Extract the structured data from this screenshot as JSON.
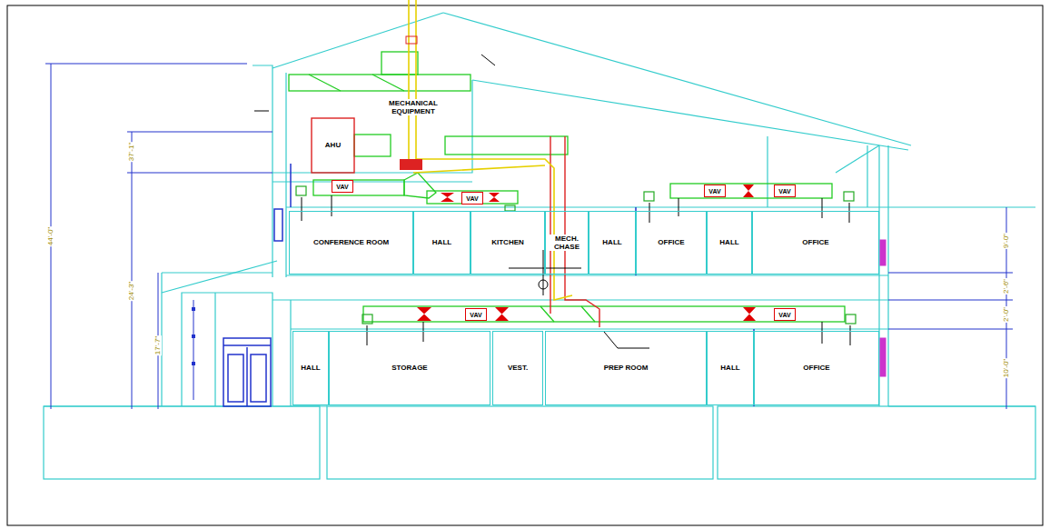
{
  "diagram": {
    "nodes": [
      {
        "text": [
          "MECHANICAL EQUIPMENT"
        ]
      },
      {
        "text": [
          "AHU"
        ],
        "in": 0
      },
      {
        "text": [
          "VAV"
        ]
      },
      {
        "text": [
          "VAV"
        ]
      },
      {
        "text": [
          "VAV"
        ]
      },
      {
        "text": [
          "VAV"
        ]
      },
      {
        "text": [
          "CONFERENCE ROOM"
        ]
      },
      {
        "text": [
          "HALL"
        ]
      },
      {
        "text": [
          "KITCHEN"
        ]
      },
      {
        "text": [
          "MECH. CHASE"
        ]
      },
      {
        "text": [
          "HALL"
        ]
      },
      {
        "text": [
          "OFFICE"
        ]
      },
      {
        "text": [
          "HALL"
        ]
      },
      {
        "text": [
          "OFFICE"
        ]
      },
      {
        "text": [
          "VAV"
        ]
      },
      {
        "text": [
          "VAV"
        ]
      },
      {
        "text": [
          "HALL"
        ]
      },
      {
        "text": [
          "STORAGE"
        ]
      },
      {
        "text": [
          "VEST."
        ]
      },
      {
        "text": [
          "PREP ROOM"
        ]
      },
      {
        "text": [
          "HALL"
        ]
      },
      {
        "text": [
          "OFFICE"
        ]
      }
    ],
    "labels": [
      "44'-0\"",
      "37'-1\"",
      "24'-3\"",
      "17'-7\"",
      "9'-0\"",
      "2'-6\"",
      "2'-0\"",
      "10'-0\""
    ]
  }
}
